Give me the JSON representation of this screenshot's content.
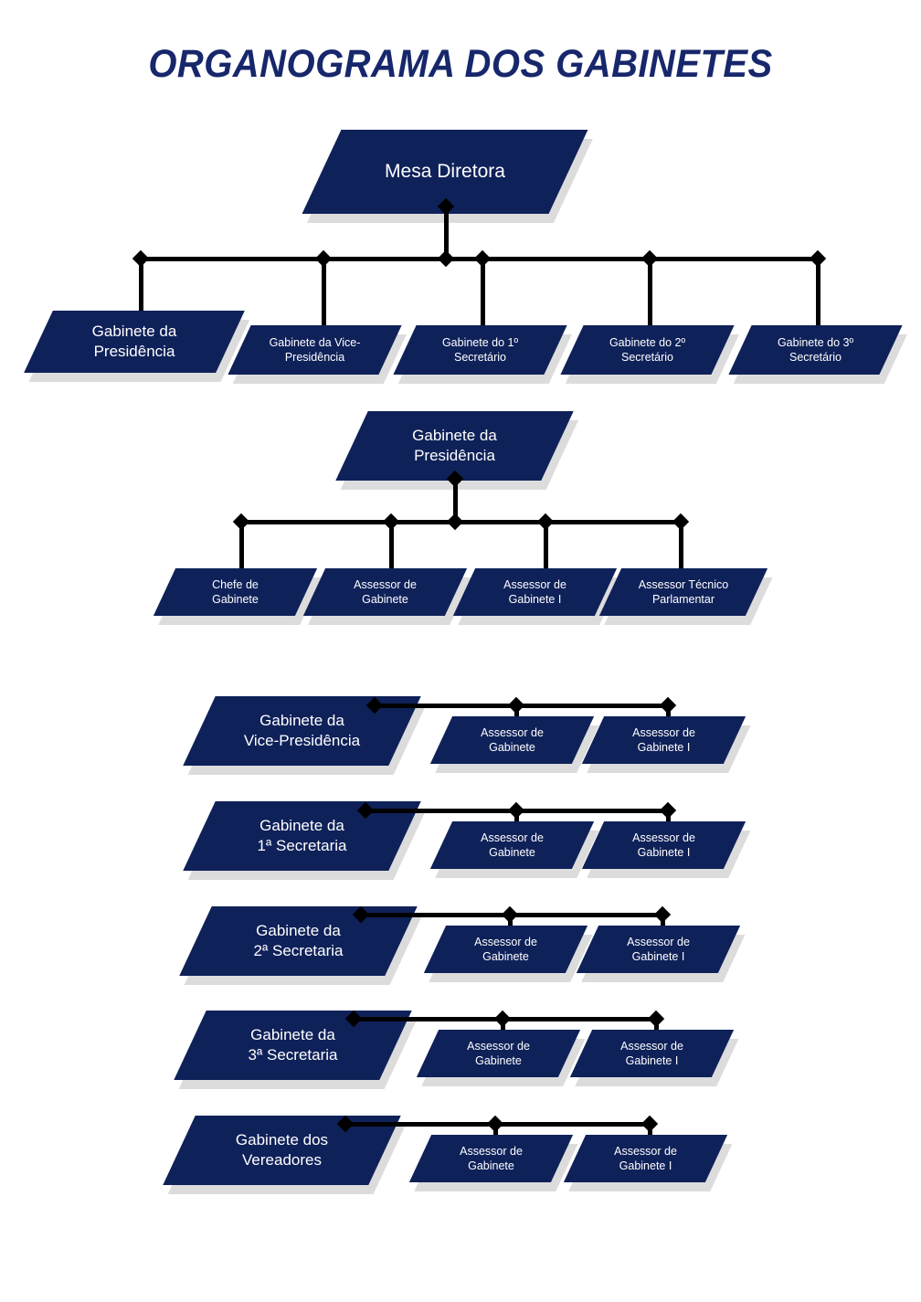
{
  "title": "ORGANOGRAMA DOS GABINETES",
  "colors": {
    "node_fill": "#0f2159",
    "node_shadow": "#dcdcdc",
    "title_text": "#17276b",
    "connector": "#000000",
    "label_text": "#ffffff",
    "background": "#ffffff"
  },
  "root": {
    "label": "Mesa Diretora"
  },
  "level2": {
    "items": [
      {
        "label": "Gabinete da\nPresidência"
      },
      {
        "label": "Gabinete da Vice-\nPresidência"
      },
      {
        "label": "Gabinete do 1º\nSecretário"
      },
      {
        "label": "Gabinete do 2º\nSecretário"
      },
      {
        "label": "Gabinete do 3º\nSecretário"
      }
    ]
  },
  "presidencia": {
    "parent": {
      "label": "Gabinete da\nPresidência"
    },
    "children": [
      {
        "label": "Chefe de\nGabinete"
      },
      {
        "label": "Assessor de\nGabinete"
      },
      {
        "label": "Assessor de\nGabinete I"
      },
      {
        "label": "Assessor Técnico\nParlamentar"
      }
    ]
  },
  "groups": [
    {
      "parent": {
        "label": "Gabinete da\nVice-Presidência"
      },
      "children": [
        {
          "label": "Assessor de\nGabinete"
        },
        {
          "label": "Assessor de\nGabinete I"
        }
      ]
    },
    {
      "parent": {
        "label": "Gabinete da\n1ª Secretaria"
      },
      "children": [
        {
          "label": "Assessor de\nGabinete"
        },
        {
          "label": "Assessor de\nGabinete I"
        }
      ]
    },
    {
      "parent": {
        "label": "Gabinete da\n2ª Secretaria"
      },
      "children": [
        {
          "label": "Assessor de\nGabinete"
        },
        {
          "label": "Assessor de\nGabinete I"
        }
      ]
    },
    {
      "parent": {
        "label": "Gabinete da\n3ª Secretaria"
      },
      "children": [
        {
          "label": "Assessor de\nGabinete"
        },
        {
          "label": "Assessor de\nGabinete I"
        }
      ]
    },
    {
      "parent": {
        "label": "Gabinete dos\nVereadores"
      },
      "children": [
        {
          "label": "Assessor de\nGabinete"
        },
        {
          "label": "Assessor de\nGabinete I"
        }
      ]
    }
  ]
}
